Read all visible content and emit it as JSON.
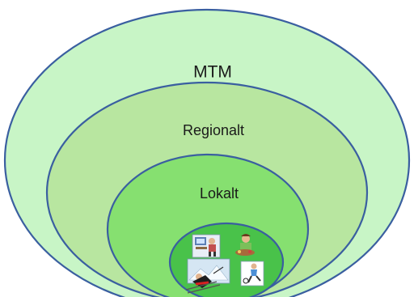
{
  "levels": [
    {
      "label": "MTM",
      "color": "#c8f5c6"
    },
    {
      "label": "Regionalt",
      "color": "#b8e6a0"
    },
    {
      "label": "Lokalt",
      "color": "#86e070"
    }
  ],
  "center": {
    "color": "#49c24a",
    "icons": [
      "person-at-computer-icon",
      "person-cooking-icon",
      "skiing-person-icon",
      "person-playing-football-icon"
    ]
  },
  "colors": {
    "outline": "#3a5fa0"
  }
}
